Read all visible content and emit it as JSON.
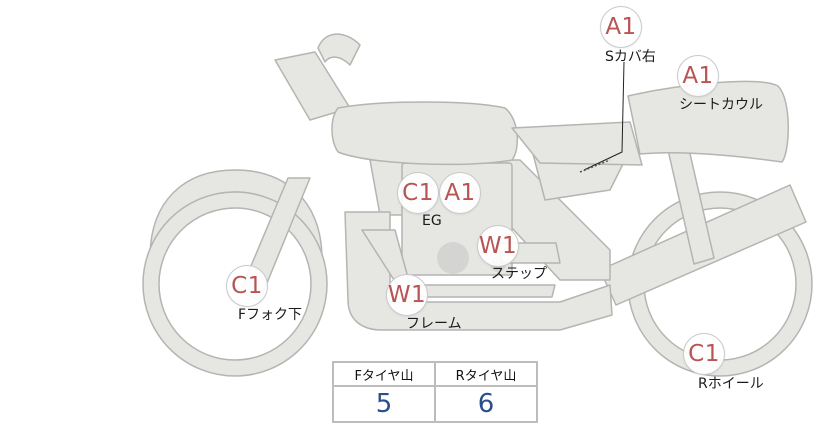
{
  "parts": [
    {
      "id": "s-cover-right",
      "grade": "A1",
      "label": "Sカバ右"
    },
    {
      "id": "seat-cowl",
      "grade": "A1",
      "label": "シートカウル"
    },
    {
      "id": "engine-c",
      "grade": "C1",
      "label": ""
    },
    {
      "id": "engine-a",
      "grade": "A1",
      "label": "EG"
    },
    {
      "id": "step",
      "grade": "W1",
      "label": "ステップ"
    },
    {
      "id": "frame",
      "grade": "W1",
      "label": "フレーム"
    },
    {
      "id": "front-fork-lower",
      "grade": "C1",
      "label": "Fフォク下"
    },
    {
      "id": "rear-wheel",
      "grade": "C1",
      "label": "Rホイール"
    }
  ],
  "tread_table": {
    "headers": [
      "Fタイヤ山",
      "Rタイヤ山"
    ],
    "values": [
      "5",
      "6"
    ]
  },
  "colors": {
    "body_fill": "#e6e6e3",
    "body_stroke": "#b4b4b1",
    "grade_text": "#b85454",
    "value_text": "#2b4f8a"
  }
}
